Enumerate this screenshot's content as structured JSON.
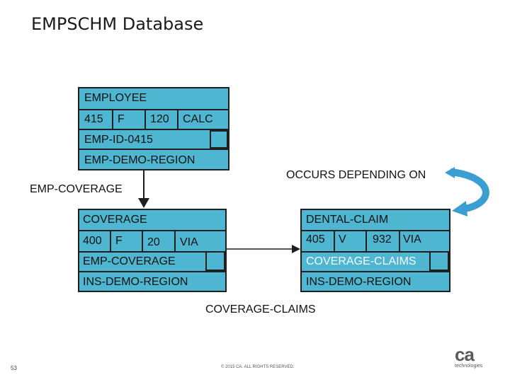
{
  "title": "EMPSCHM Database",
  "employee": {
    "name": "EMPLOYEE",
    "record_id": "415",
    "length_type": "F",
    "length": "120",
    "location_mode": "CALC",
    "calc_key": "EMP-ID-0415",
    "area": "EMP-DEMO-REGION"
  },
  "set_emp_coverage": "EMP-COVERAGE",
  "coverage": {
    "name": "COVERAGE",
    "record_id": "400",
    "length_type": "F",
    "length": "20",
    "location_mode": "VIA",
    "via_set": "EMP-COVERAGE",
    "area": "INS-DEMO-REGION"
  },
  "dental_claim": {
    "name": "DENTAL-CLAIM",
    "record_id": "405",
    "length_type": "V",
    "length": "932",
    "location_mode": "VIA",
    "via_set": "COVERAGE-CLAIMS",
    "area": "INS-DEMO-REGION"
  },
  "set_coverage_claims": "COVERAGE-CLAIMS",
  "occurs_label": "OCCURS DEPENDING ON",
  "footer": {
    "page": "53",
    "copyright": "© 2015 CA. ALL RIGHTS RESERVED.",
    "logo_mark": "ca",
    "logo_sub": "technologies"
  },
  "colors": {
    "record_fill": "#4fb6d1",
    "outline": "#1f1f1f",
    "loop_arrow": "#3a9fd0"
  }
}
